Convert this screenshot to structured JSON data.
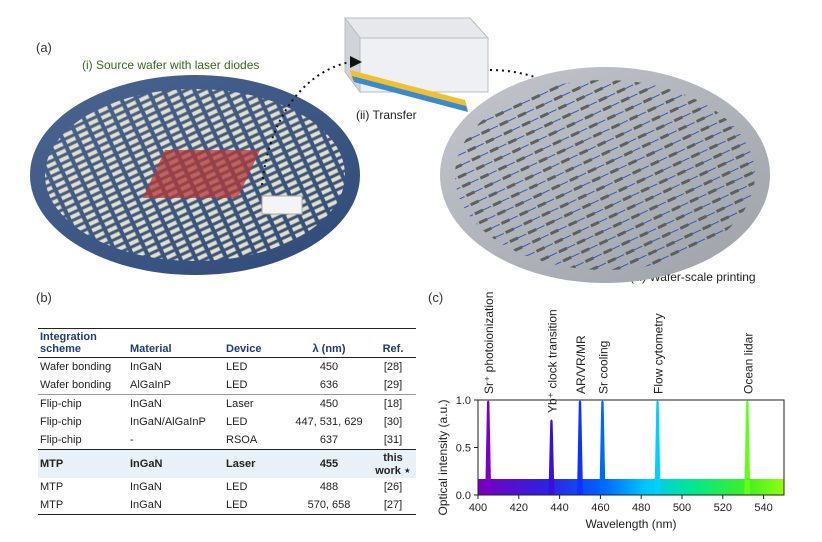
{
  "panel_a": {
    "label": "(a)",
    "caption_source": "(i) Source wafer with laser diodes",
    "caption_transfer": "(ii) Transfer",
    "caption_printing": "(iii) Wafer-scale printing"
  },
  "panel_b": {
    "label": "(b)",
    "headers": [
      "Integration scheme",
      "Material",
      "Device",
      "λ (nm)",
      "Ref."
    ],
    "rows": [
      [
        "Wafer bonding",
        "InGaN",
        "LED",
        "450",
        "[28]"
      ],
      [
        "Wafer bonding",
        "AlGaInP",
        "LED",
        "636",
        "[29]"
      ],
      [
        "Flip-chip",
        "InGaN",
        "Laser",
        "450",
        "[18]"
      ],
      [
        "Flip-chip",
        "InGaN/AlGaInP",
        "LED",
        "447, 531, 629",
        "[30]"
      ],
      [
        "Flip-chip",
        "-",
        "RSOA",
        "637",
        "[31]"
      ],
      [
        "MTP",
        "InGaN",
        "Laser",
        "455",
        "this work ⋆"
      ],
      [
        "MTP",
        "InGaN",
        "LED",
        "488",
        "[26]"
      ],
      [
        "MTP",
        "InGaN",
        "LED",
        "570, 658",
        "[27]"
      ]
    ]
  },
  "panel_c": {
    "label": "(c)"
  },
  "chart_data": {
    "type": "line",
    "xlabel": "Wavelength (nm)",
    "ylabel": "Optical intensity (a.u.)",
    "xlim": [
      400,
      550
    ],
    "ylim": [
      0,
      1.0
    ],
    "x_ticks": [
      "400",
      "420",
      "440",
      "460",
      "480",
      "500",
      "520",
      "540"
    ],
    "y_ticks": [
      "0.0",
      "0.5",
      "1.0"
    ],
    "peaks": [
      {
        "x": 405,
        "y": 1.0,
        "label": "Sr⁺ photoionization",
        "color": "#7a00c8"
      },
      {
        "x": 436,
        "y": 0.8,
        "label": "Yb⁺ clock transition",
        "color": "#3a10d8"
      },
      {
        "x": 450,
        "y": 1.0,
        "label": "AR/VR/MR",
        "color": "#1030ff"
      },
      {
        "x": 461,
        "y": 1.0,
        "label": "Sr cooling",
        "color": "#0068ff"
      },
      {
        "x": 488,
        "y": 1.0,
        "label": "Flow cytometry",
        "color": "#00d0ff"
      },
      {
        "x": 532,
        "y": 1.0,
        "label": "Ocean lidar",
        "color": "#60ff20"
      }
    ]
  }
}
